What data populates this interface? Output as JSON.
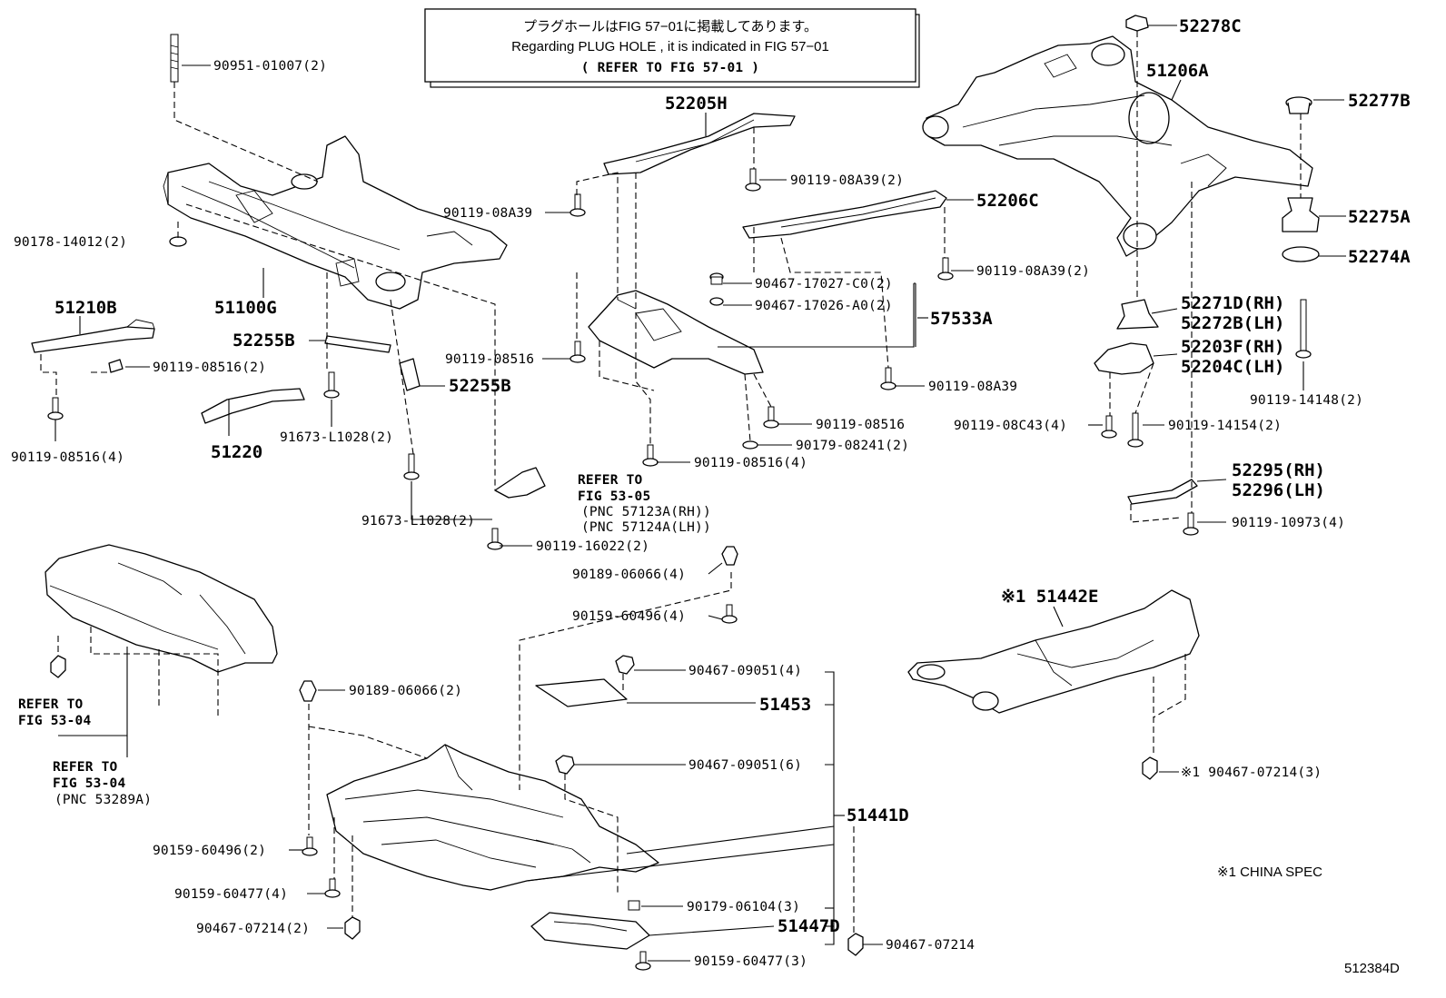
{
  "notice": {
    "line1": "プラグホールはFIG 57−01に掲載してあります。",
    "line2": "Regarding  PLUG HOLE , it is  indicated  in  FIG 57−01",
    "line3": "( REFER TO FIG 57-01  )"
  },
  "figure_id": "512384D",
  "china_note": "※1 CHINA SPEC",
  "labels": {
    "p90951": "90951-01007(2)",
    "p90178": "90178-14012(2)",
    "p51100G": "51100G",
    "p51210B": "51210B",
    "p90119_08516_2": "90119-08516(2)",
    "p90119_08516_4a": "90119-08516(4)",
    "p51220": "51220",
    "p52255B_a": "52255B",
    "p52255B_b": "52255B",
    "p91673_a": "91673-L1028(2)",
    "p91673_b": "91673-L1028(2)",
    "p52205H": "52205H",
    "p90119_08A39_2a": "90119-08A39(2)",
    "p90119_08A39": "90119-08A39",
    "p52206C": "52206C",
    "p90119_08A39_2b": "90119-08A39(2)",
    "p90467_17027": "90467-17027-C0(2)",
    "p90467_17026": "90467-17026-A0(2)",
    "p57533A": "57533A",
    "p90119_08516": "90119-08516",
    "p90119_08A39_b": "90119-08A39",
    "p90119_08516_c": "90119-08516",
    "p90179_08241": "90179-08241(2)",
    "p90119_08516_4b": "90119-08516(4)",
    "refer1": "REFER TO",
    "refer1b": "FIG 53-05",
    "refer1c": "(PNC 57123A(RH))",
    "refer1d": "(PNC 57124A(LH))",
    "p90119_16022": "90119-16022(2)",
    "p52278C": "52278C",
    "p51206A": "51206A",
    "p52277B": "52277B",
    "p52275A": "52275A",
    "p52274A": "52274A",
    "p52271D": "52271D(RH)",
    "p52272B": "52272B(LH)",
    "p52203F": "52203F(RH)",
    "p52204C": "52204C(LH)",
    "p90119_14148": "90119-14148(2)",
    "p90119_08C43": "90119-08C43(4)",
    "p90119_14154": "90119-14154(2)",
    "p52295": "52295(RH)",
    "p52296": "52296(LH)",
    "p90119_10973": "90119-10973(4)",
    "p90189_06066_4": "90189-06066(4)",
    "p90159_60496_4": "90159-60496(4)",
    "refer2": "REFER TO",
    "refer2b": "FIG 53-04",
    "refer3": "REFER TO",
    "refer3b": "FIG 53-04",
    "refer3c": "(PNC 53289A)",
    "p90189_06066_2": "90189-06066(2)",
    "p90467_09051_4": "90467-09051(4)",
    "p51453": "51453",
    "p90467_09051_6": "90467-09051(6)",
    "p51441D": "51441D",
    "p90159_60496_2": "90159-60496(2)",
    "p90159_60477_4": "90159-60477(4)",
    "p90467_07214_2": "90467-07214(2)",
    "p90179_06104": "90179-06104(3)",
    "p51447D": "51447D",
    "p90159_60477_3": "90159-60477(3)",
    "p90467_07214": "90467-07214",
    "p51442E": "※1 51442E",
    "p90467_07214_3": "※1 90467-07214(3)"
  }
}
